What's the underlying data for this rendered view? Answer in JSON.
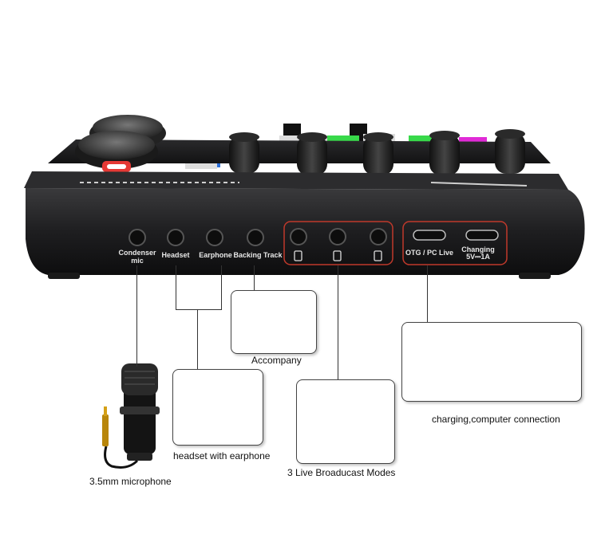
{
  "ports": {
    "condenser_mic": "Condenser mic",
    "headset": "Headset",
    "earphone": "Earphone",
    "backing_track": "Backing Track",
    "otg_pc_live": "OTG / PC Live",
    "changing_1": "Changing",
    "changing_2": "5V⎓1A"
  },
  "captions": {
    "microphone": "3.5mm microphone",
    "headset": "headset with earphone",
    "accompany": "Accompany",
    "broadcast": "3 Live Broaducast  Modes",
    "charging": "charging,computer connection"
  },
  "colors": {
    "device_body": "#1c1c1e",
    "highlight_border": "#c0392b",
    "battery_green": "#7cb342",
    "monitor_blue": "#1565c0",
    "speaker_red": "#d32f2f"
  }
}
